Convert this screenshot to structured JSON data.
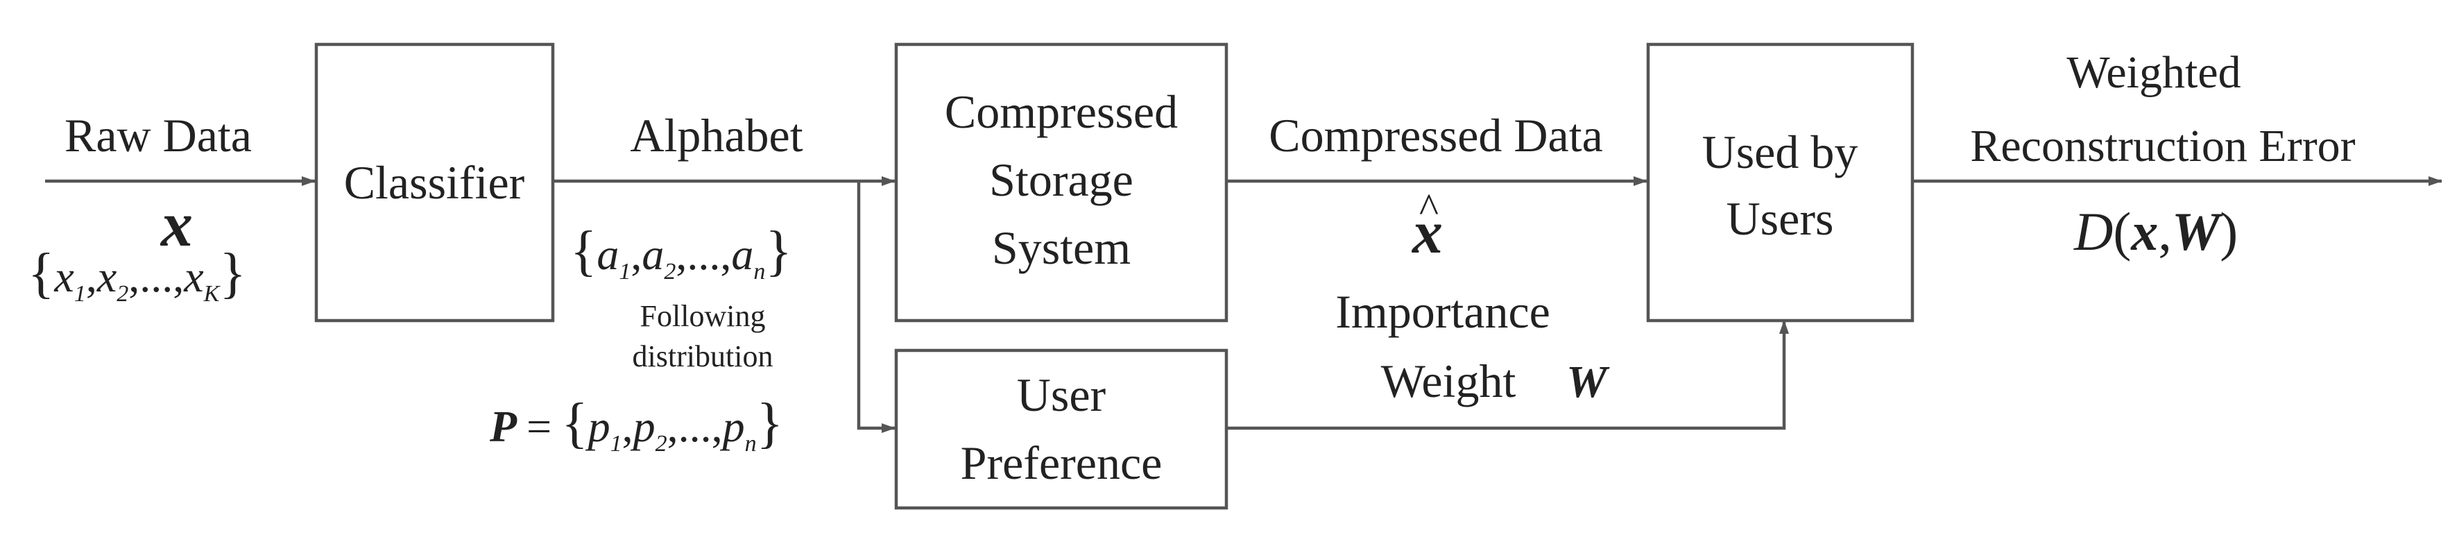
{
  "inputs": {
    "raw_data_label": "Raw Data",
    "raw_symbol": "x",
    "raw_set": {
      "open": "{",
      "x": "x",
      "s1": "1",
      "s2": "2",
      "sk": "K",
      "sep": ",",
      "dots": "...,",
      "close": "}"
    }
  },
  "blocks": {
    "classifier": "Classifier",
    "storage": [
      "Compressed",
      "Storage",
      "System"
    ],
    "user_pref": [
      "User",
      "Preference"
    ],
    "used_by_users": [
      "Used by",
      "Users"
    ]
  },
  "edges": {
    "alphabet_label": "Alphabet",
    "alphabet_set": {
      "open": "{",
      "a": "a",
      "s1": "1",
      "s2": "2",
      "sn": "n",
      "sep": ",",
      "dots": "...,",
      "close": "}"
    },
    "following": [
      "Following",
      "distribution"
    ],
    "p_set": {
      "P": "P",
      "eq": "=",
      "open": "{",
      "p": "p",
      "s1": "1",
      "s2": "2",
      "sn": "n",
      "sep": ",",
      "dots": "...,",
      "close": "}"
    },
    "compressed_data_label": "Compressed Data",
    "xhat": {
      "x": "x",
      "hat": "^"
    },
    "importance": [
      "Importance",
      "Weight"
    ],
    "W_symbol": "W",
    "output_label": [
      "Weighted",
      "Reconstruction Error"
    ],
    "error_formula": {
      "D": "D",
      "open": "(",
      "x": "x",
      "comma": ",",
      "W": "W",
      "close": ")"
    }
  }
}
